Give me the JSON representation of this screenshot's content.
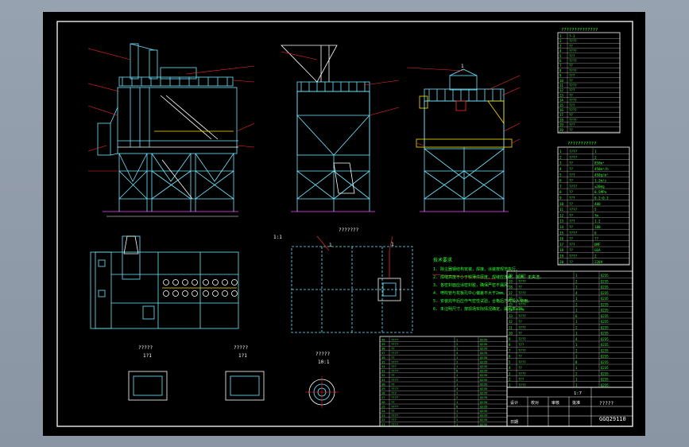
{
  "colors": {
    "sheet_bg": "#000000",
    "viewport_bg": "#8f9aa8",
    "border": "#ffffff",
    "structure": "#6fe8ff",
    "leader": "#ff2a2a",
    "table_text": "#34ff34",
    "table_line": "#ffffff",
    "accent_yellow": "#ffe000",
    "accent_magenta": "#ff40ff"
  },
  "drawing": {
    "section_label_side": "1:1",
    "section_label_plan": "???????",
    "detail_label_a": "?????",
    "detail_scale_a": "1?1",
    "detail_label_b": "?????",
    "detail_scale_b": "1?1",
    "detail_label_c": "?????",
    "detail_scale_c": "10:1",
    "side_mark": "1",
    "plan_mark_left": "1",
    "plan_mark_right": "1"
  },
  "notes": {
    "title": "技术要求",
    "lines": [
      "1. 除尘器钢结构安装，焊接，涂装按规范执行。",
      "2. 焊缝高度不小于较薄件厚度，焊缝应连续，饱满，无夹渣。",
      "3. 各密封面应涂密封胶，确保严密不漏风。",
      "4. 喷吹管与花板孔中心偏差不大于2mm。",
      "5. 安装完毕后应作气密性试验，合格后方可投入使用。",
      "6. 未注明尺寸，按现场实际情况确定，漏风率≤3%。"
    ]
  },
  "title_block": {
    "scale": "1:7",
    "name": "?????",
    "drawing_no": "GGQ29110",
    "sign_row": [
      "设计",
      "校对",
      "审核",
      "批准",
      "日期"
    ]
  },
  "top_table": {
    "header": "??????????????",
    "rows": [
      [
        "1",
        "?-1"
      ],
      [
        "2",
        "????"
      ],
      [
        "3",
        "??"
      ],
      [
        "4",
        "????"
      ],
      [
        "5",
        "???"
      ],
      [
        "6",
        "????"
      ],
      [
        "7",
        "??"
      ],
      [
        "8",
        "????"
      ],
      [
        "9",
        "???"
      ],
      [
        "10",
        "??"
      ],
      [
        "11",
        "????"
      ],
      [
        "12",
        "???"
      ],
      [
        "13",
        "??"
      ],
      [
        "14",
        "????"
      ],
      [
        "15",
        "???"
      ],
      [
        "16",
        "????"
      ],
      [
        "17",
        "??"
      ],
      [
        "18",
        "????"
      ],
      [
        "19",
        "???"
      ],
      [
        "20",
        "??"
      ]
    ]
  },
  "mid_table": {
    "header": "???????????",
    "rows": [
      [
        "1",
        "????",
        "1"
      ],
      [
        "2",
        "????",
        "2"
      ],
      [
        "3",
        "??",
        "850m³"
      ],
      [
        "4",
        "??",
        "450m²/h"
      ],
      [
        "5",
        "???",
        "450g/m²"
      ],
      [
        "6",
        "??",
        "1.2m/s"
      ],
      [
        "7",
        "????",
        "≤30mg"
      ],
      [
        "8",
        "??",
        "0.5MPa"
      ],
      [
        "9",
        "???",
        "0.2~0.3"
      ],
      [
        "10",
        "??",
        "400"
      ],
      [
        "11",
        "????",
        "5"
      ],
      [
        "12",
        "??",
        "7m"
      ],
      [
        "13",
        "???",
        "1.2"
      ],
      [
        "14",
        "??",
        "180"
      ],
      [
        "15",
        "????",
        "6"
      ],
      [
        "16",
        "??",
        "??"
      ],
      [
        "17",
        "???",
        "DMF"
      ],
      [
        "18",
        "??",
        "G6A"
      ],
      [
        "19",
        "????",
        "2"
      ],
      [
        "20",
        "??",
        "220V"
      ]
    ]
  },
  "bom_right": {
    "rows": [
      [
        "20",
        "????",
        "1",
        "Q235"
      ],
      [
        "19",
        "????",
        "2",
        "Q235"
      ],
      [
        "18",
        "??",
        "1",
        "Q235"
      ],
      [
        "17",
        "????",
        "4",
        "Q235"
      ],
      [
        "16",
        "??",
        "1",
        "Q235"
      ],
      [
        "15",
        "????",
        "2",
        "Q235"
      ],
      [
        "14",
        "???",
        "1",
        "Q235"
      ],
      [
        "13",
        "????",
        "6",
        "Q235"
      ],
      [
        "12",
        "??",
        "1",
        "Q235"
      ],
      [
        "11",
        "????",
        "2",
        "Q235"
      ],
      [
        "10",
        "??",
        "1",
        "Q235"
      ],
      [
        "9",
        "????",
        "4",
        "Q235"
      ],
      [
        "8",
        "???",
        "1",
        "Q235"
      ],
      [
        "7",
        "????",
        "2",
        "Q235"
      ],
      [
        "6",
        "??",
        "1",
        "Q235"
      ],
      [
        "5",
        "????",
        "8",
        "Q235"
      ],
      [
        "4",
        "??",
        "1",
        "Q235"
      ],
      [
        "3",
        "????",
        "2",
        "Q235"
      ],
      [
        "2",
        "???",
        "1",
        "Q235"
      ],
      [
        "1",
        "????",
        "1",
        "Q235"
      ]
    ]
  },
  "bom_left": {
    "rows": [
      [
        "40",
        "????",
        "1",
        "Q235"
      ],
      [
        "39",
        "????",
        "2",
        "Q235"
      ],
      [
        "38",
        "??",
        "1",
        "Q235"
      ],
      [
        "37",
        "????",
        "4",
        "Q235"
      ],
      [
        "36",
        "??",
        "1",
        "Q235"
      ],
      [
        "35",
        "????",
        "2",
        "Q235"
      ],
      [
        "34",
        "???",
        "1",
        "Q235"
      ],
      [
        "33",
        "????",
        "6",
        "Q235"
      ],
      [
        "32",
        "??",
        "1",
        "Q235"
      ],
      [
        "31",
        "????",
        "2",
        "Q235"
      ],
      [
        "30",
        "??",
        "1",
        "Q235"
      ],
      [
        "29",
        "????",
        "4",
        "Q235"
      ],
      [
        "28",
        "???",
        "1",
        "Q235"
      ],
      [
        "27",
        "????",
        "2",
        "Q235"
      ],
      [
        "26",
        "??",
        "1",
        "Q235"
      ],
      [
        "25",
        "????",
        "8",
        "Q235"
      ],
      [
        "24",
        "??",
        "1",
        "Q235"
      ],
      [
        "23",
        "????",
        "2",
        "Q235"
      ],
      [
        "22",
        "???",
        "1",
        "Q235"
      ],
      [
        "21",
        "????",
        "1",
        "Q235"
      ]
    ]
  }
}
